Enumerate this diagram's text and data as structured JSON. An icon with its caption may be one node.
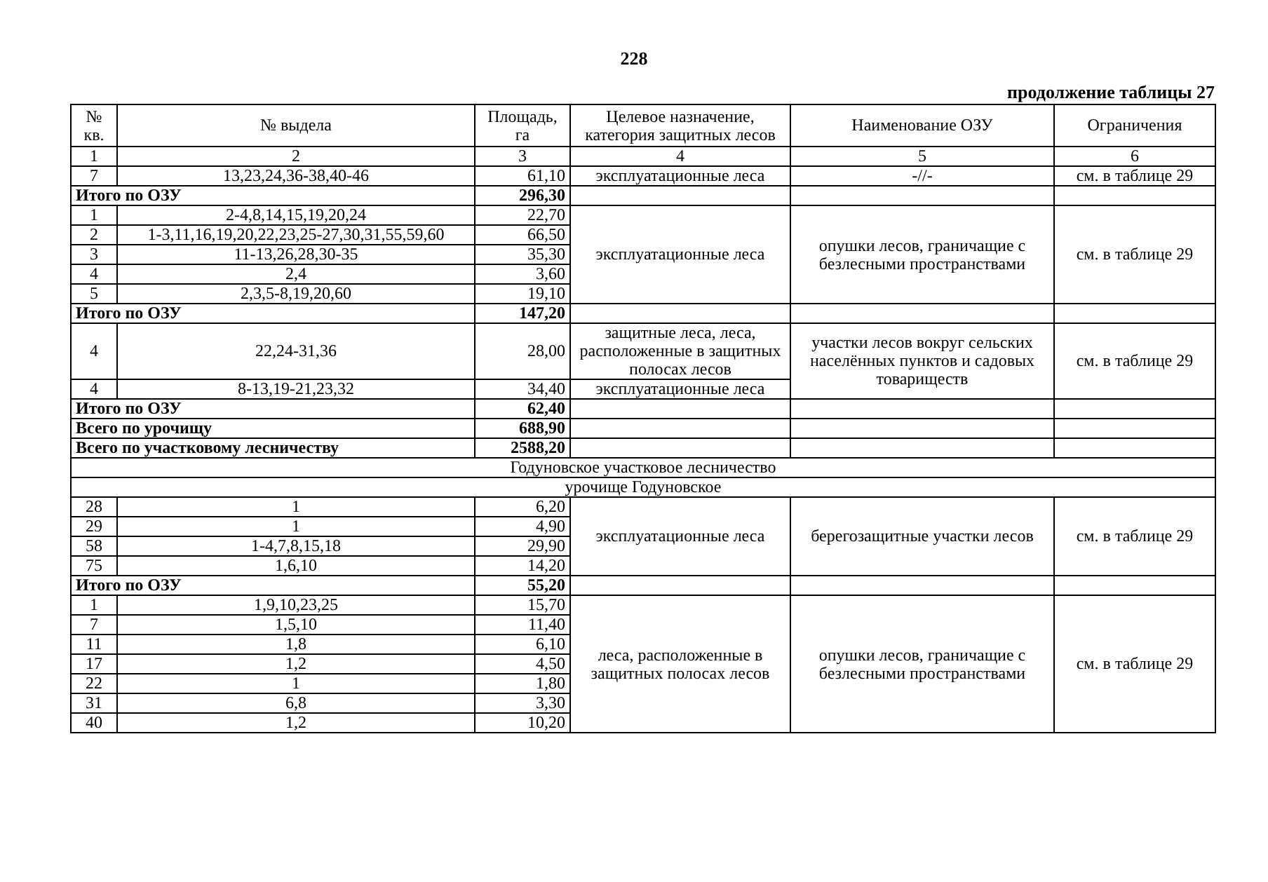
{
  "diagram": {
    "labels": [
      "228",
      "продолжение таблицы 27",
      "№ кв.",
      "№ выдела",
      "Площадь, га",
      "Целевое назначение, категория защитных лесов",
      "Наименование ОЗУ",
      "Ограничения",
      "1",
      "2",
      "3",
      "4",
      "5",
      "6",
      "7",
      "13,23,24,36-38,40-46",
      "61,10",
      "эксплуатационные леса",
      "-//-",
      "см. в таблице 29",
      "Итого по ОЗУ",
      "296,30",
      "1",
      "2-4,8,14,15,19,20,24",
      "22,70",
      "эксплуатационные леса",
      "опушки лесов, граничащие с безлесными пространствами",
      "см. в таблице 29",
      "2",
      "1-3,11,16,19,20,22,23,25-27,30,31,55,59,60",
      "66,50",
      "3",
      "11-13,26,28,30-35",
      "35,30",
      "4",
      "2,4",
      "3,60",
      "5",
      "2,3,5-8,19,20,60",
      "19,10",
      "Итого по ОЗУ",
      "147,20",
      "4",
      "22,24-31,36",
      "28,00",
      "защитные леса, леса, расположенные в защитных полосах лесов",
      "участки лесов вокруг сельских населённых пунктов и садовых товариществ",
      "см. в таблице 29",
      "4",
      "8-13,19-21,23,32",
      "34,40",
      "эксплуатационные леса",
      "Итого по ОЗУ",
      "62,40",
      "Всего по урочищу",
      "688,90",
      "Всего по участковому лесничеству",
      "2588,20",
      "Годуновское участковое лесничество",
      "урочище Годуновское",
      "28",
      "1",
      "6,20",
      "эксплуатационные леса",
      "берегозащитные участки лесов",
      "см. в таблице 29",
      "29",
      "1",
      "4,90",
      "58",
      "1-4,7,8,15,18",
      "29,90",
      "75",
      "1,6,10",
      "14,20",
      "Итого по ОЗУ",
      "55,20",
      "1",
      "1,9,10,23,25",
      "15,70",
      "леса, расположенные в защитных полосах лесов",
      "опушки лесов, граничащие с безлесными пространствами",
      "см. в таблице 29",
      "7",
      "1,5,10",
      "11,40",
      "11",
      "1,8",
      "6,10",
      "17",
      "1,2",
      "4,50",
      "22",
      "1",
      "1,80",
      "31",
      "6,8",
      "3,30",
      "40",
      "1,2",
      "10,20"
    ]
  }
}
